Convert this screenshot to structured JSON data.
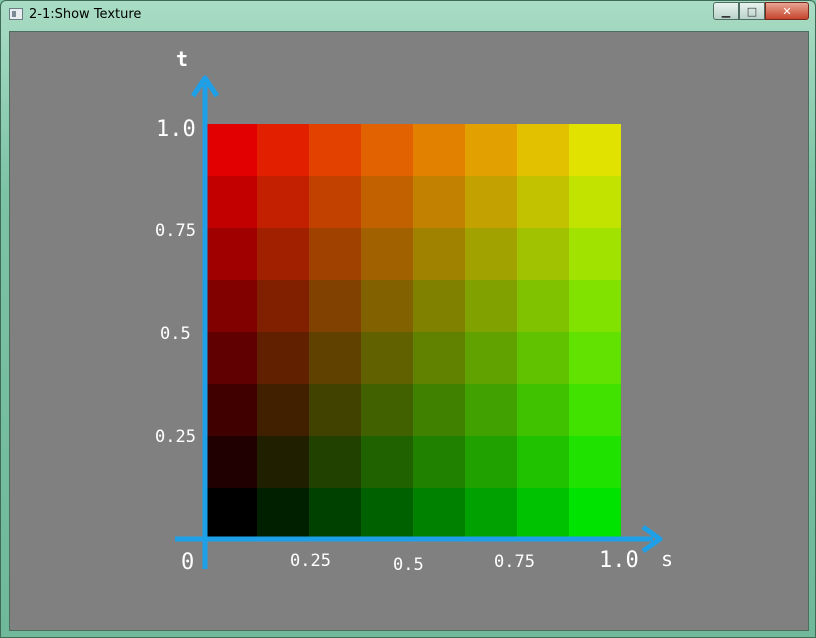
{
  "window": {
    "title": "2-1:Show Texture",
    "minimize_glyph": "▁",
    "maximize_glyph": "□",
    "close_glyph": "✕"
  },
  "texture": {
    "rows": 8,
    "cols": 8
  },
  "labels": {
    "t_axis": "t",
    "s_axis": "s",
    "origin": "0",
    "t_1_0": "1.0",
    "t_0_75": "0.75",
    "t_0_5": "0.5",
    "t_0_25": "0.25",
    "s_0_25": "0.25",
    "s_0_5": "0.5",
    "s_0_75": "0.75",
    "s_1_0": "1.0"
  },
  "colors": {
    "axis": "#1ea0e8",
    "background": "#808080",
    "label": "#ffffff"
  }
}
